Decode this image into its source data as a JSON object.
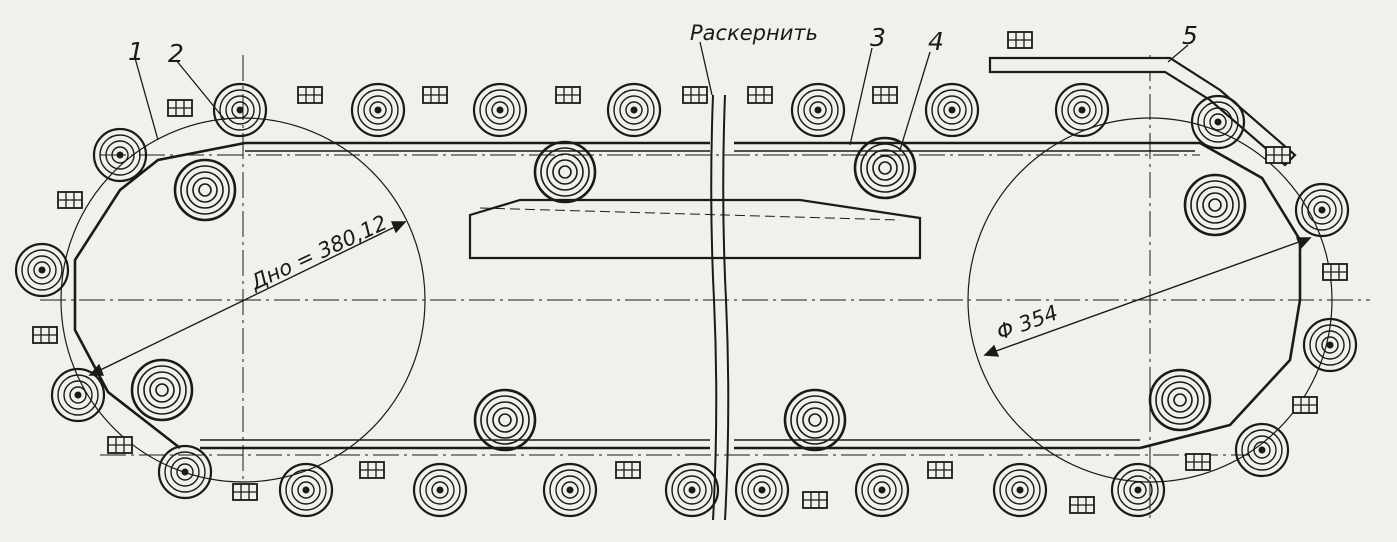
{
  "labels": {
    "part_1": "1",
    "part_2": "2",
    "part_3": "3",
    "part_4": "4",
    "part_5": "5",
    "center_punch": "Раскернить",
    "bottom_diameter": "Дно = 380,12",
    "diameter": "Φ 354"
  },
  "colors": {
    "ink": "#1a1a1a",
    "paper": "#f1f0ea"
  }
}
